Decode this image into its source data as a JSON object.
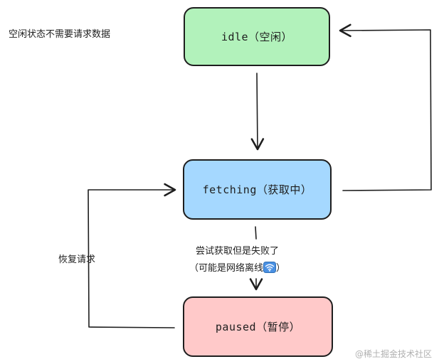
{
  "nodes": {
    "idle": {
      "label": "idle（空闲）",
      "color": "#b2f2bb"
    },
    "fetching": {
      "label": "fetching（获取中）",
      "color": "#a5d8ff"
    },
    "paused": {
      "label": "paused（暂停）",
      "color": "#ffc9c9"
    }
  },
  "edges": {
    "idle_to_fetching": {
      "from": "idle",
      "to": "fetching",
      "label": ""
    },
    "fetching_to_idle": {
      "from": "fetching",
      "to": "idle",
      "label": ""
    },
    "fetching_to_paused": {
      "from": "fetching",
      "to": "paused",
      "label_line1": "尝试获取但是失败了",
      "label_line2": "（可能是网络离线",
      "label_line2_end": "）",
      "icon": "wifi-icon"
    },
    "paused_to_fetching": {
      "from": "paused",
      "to": "fetching",
      "label": "恢复请求"
    }
  },
  "annotations": {
    "idle_note": "空闲状态不需要请求数据"
  },
  "watermark": "@稀土掘金技术社区"
}
